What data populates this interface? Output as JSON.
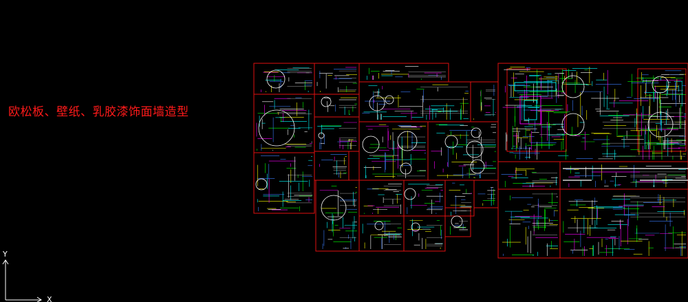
{
  "drawing_title": "欧松板、壁纸、乳胶漆饰面墙造型",
  "title_color": "#ff1a1a",
  "frame_color": "#e01010",
  "line_colors": [
    "#ffffff",
    "#00ffff",
    "#ff00ff",
    "#00ff00",
    "#ffff00",
    "#3a7cff"
  ],
  "ucs_icon": {
    "x_label": "X",
    "y_label": "Y"
  },
  "background_color": "#000000"
}
